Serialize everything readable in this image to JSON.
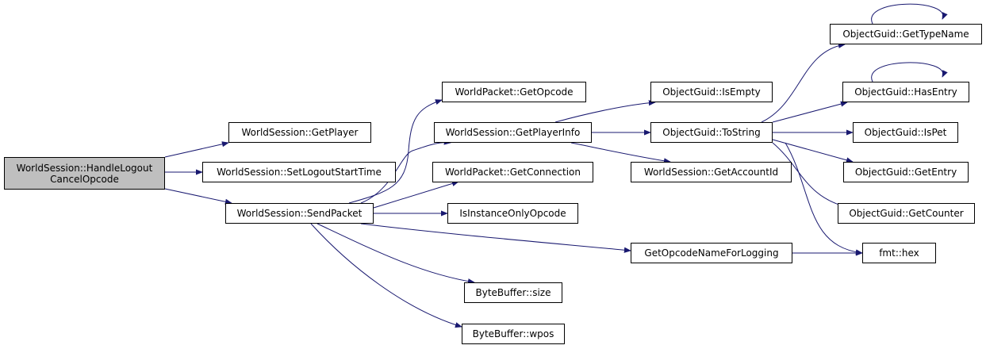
{
  "graph": {
    "root": {
      "line1": "WorldSession::HandleLogout",
      "line2": "CancelOpcode"
    },
    "nodes": {
      "ws_getplayer": "WorldSession::GetPlayer",
      "ws_setlogoutstarttime": "WorldSession::SetLogoutStartTime",
      "ws_sendpacket": "WorldSession::SendPacket",
      "wp_getopcode": "WorldPacket::GetOpcode",
      "ws_getplayerinfo": "WorldSession::GetPlayerInfo",
      "wp_getconnection": "WorldPacket::GetConnection",
      "isinstanceonlyopcode": "IsInstanceOnlyOpcode",
      "getopcodenameforlogging": "GetOpcodeNameForLogging",
      "bb_size": "ByteBuffer::size",
      "bb_wpos": "ByteBuffer::wpos",
      "og_isempty": "ObjectGuid::IsEmpty",
      "og_tostring": "ObjectGuid::ToString",
      "ws_getaccountid": "WorldSession::GetAccountId",
      "og_gettypename": "ObjectGuid::GetTypeName",
      "og_hasentry": "ObjectGuid::HasEntry",
      "og_ispet": "ObjectGuid::IsPet",
      "og_getentry": "ObjectGuid::GetEntry",
      "og_getcounter": "ObjectGuid::GetCounter",
      "fmt_hex": "fmt::hex"
    },
    "edges": [
      [
        "root",
        "ws_getplayer"
      ],
      [
        "root",
        "ws_setlogoutstarttime"
      ],
      [
        "root",
        "ws_sendpacket"
      ],
      [
        "ws_sendpacket",
        "wp_getopcode"
      ],
      [
        "ws_sendpacket",
        "ws_getplayerinfo"
      ],
      [
        "ws_sendpacket",
        "wp_getconnection"
      ],
      [
        "ws_sendpacket",
        "isinstanceonlyopcode"
      ],
      [
        "ws_sendpacket",
        "getopcodenameforlogging"
      ],
      [
        "ws_sendpacket",
        "bb_size"
      ],
      [
        "ws_sendpacket",
        "bb_wpos"
      ],
      [
        "ws_getplayerinfo",
        "og_isempty"
      ],
      [
        "ws_getplayerinfo",
        "og_tostring"
      ],
      [
        "ws_getplayerinfo",
        "ws_getaccountid"
      ],
      [
        "og_tostring",
        "og_gettypename"
      ],
      [
        "og_tostring",
        "og_hasentry"
      ],
      [
        "og_tostring",
        "og_ispet"
      ],
      [
        "og_tostring",
        "og_getentry"
      ],
      [
        "og_tostring",
        "og_getcounter"
      ],
      [
        "og_tostring",
        "fmt_hex"
      ],
      [
        "getopcodenameforlogging",
        "fmt_hex"
      ],
      [
        "og_gettypename",
        "og_gettypename"
      ],
      [
        "og_hasentry",
        "og_hasentry"
      ]
    ],
    "colors": {
      "edge": "#191970",
      "node_border": "#000000",
      "node_fill": "#ffffff",
      "root_fill": "#bfbfbf"
    }
  }
}
